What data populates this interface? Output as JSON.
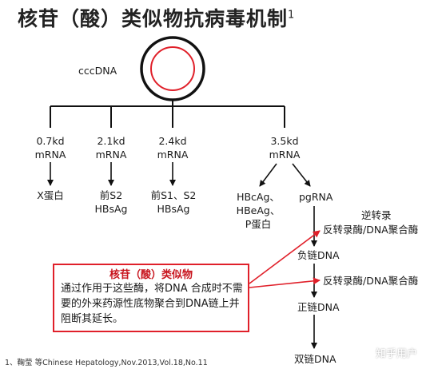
{
  "title": "核苷（酸）类似物抗病毒机制",
  "title_sup": "1",
  "cccdna": "cccDNA",
  "mrna": [
    {
      "size": "0.7kd",
      "type": "mRNA",
      "product": [
        "X蛋白"
      ]
    },
    {
      "size": "2.1kd",
      "type": "mRNA",
      "product": [
        "前S2",
        "HBsAg"
      ]
    },
    {
      "size": "2.4kd",
      "type": "mRNA",
      "product": [
        "前S1、S2",
        "HBsAg"
      ]
    },
    {
      "size": "3.5kd",
      "type": "mRNA",
      "product": []
    }
  ],
  "branch_35": {
    "left": [
      "HBcAg、",
      "HBeAg、",
      "P蛋白"
    ],
    "right": "pgRNA"
  },
  "pathway": {
    "reverse": "逆转录",
    "rt_enzyme_1": "反转录酶/DNA聚合酶",
    "neg_strand": "负链DNA",
    "rt_enzyme_2": "反转录酶/DNA聚合酶",
    "pos_strand": "正链DNA",
    "ds_dna": "双链DNA"
  },
  "callout": {
    "title": "核苷（酸）类似物",
    "body": "通过作用于这些酶，将DNA 合成时不需要的外来药源性底物聚合到DNA链上并阻断其延长。"
  },
  "footnote": "1、鞠莹 等Chinese Hepatology,Nov.2013,Vol.18,No.11",
  "watermark": "知乎用户",
  "colors": {
    "accent": "#e0202a",
    "text": "#1a1a1a"
  }
}
